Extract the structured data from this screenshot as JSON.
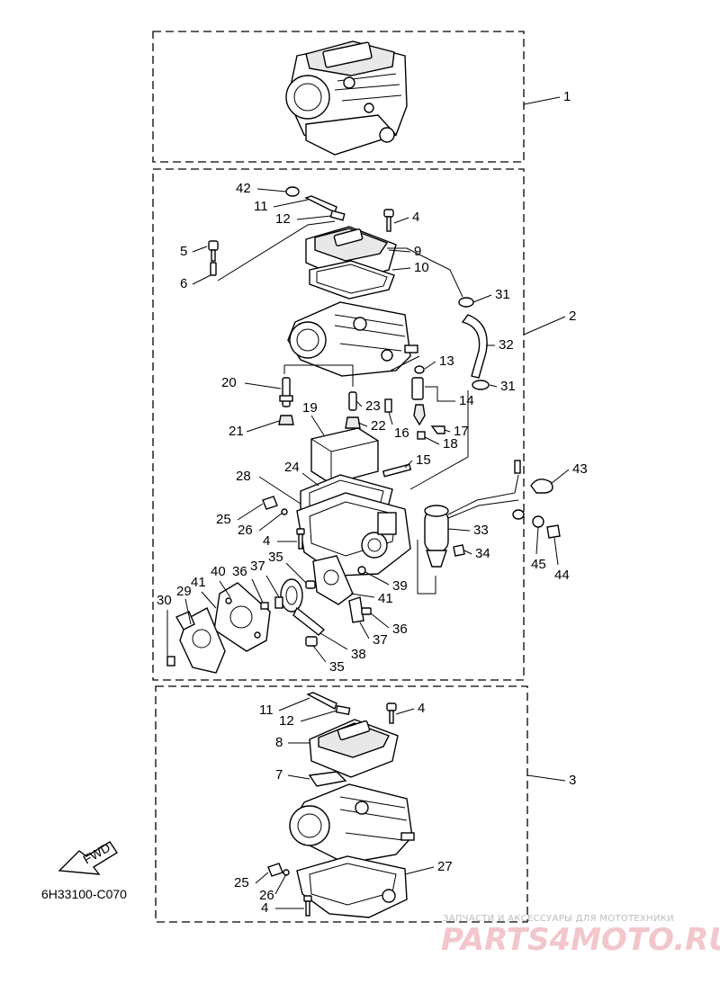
{
  "diagram": {
    "part_code": "6H33100-C070",
    "fwd_label": "FWD",
    "watermark": {
      "tagline": "ЗАПЧАСТИ И АКСЕССУАРЫ ДЛЯ МОТОТЕХНИКИ",
      "logo": "PARTS4MOTO.RU"
    },
    "callouts": [
      {
        "id": "c1",
        "text": "1"
      },
      {
        "id": "c2",
        "text": "2"
      },
      {
        "id": "c3",
        "text": "3"
      },
      {
        "id": "c4a",
        "text": "4"
      },
      {
        "id": "c4b",
        "text": "4"
      },
      {
        "id": "c4c",
        "text": "4"
      },
      {
        "id": "c4d",
        "text": "4"
      },
      {
        "id": "c5",
        "text": "5"
      },
      {
        "id": "c6",
        "text": "6"
      },
      {
        "id": "c7",
        "text": "7"
      },
      {
        "id": "c8",
        "text": "8"
      },
      {
        "id": "c9",
        "text": "9"
      },
      {
        "id": "c10",
        "text": "10"
      },
      {
        "id": "c11a",
        "text": "11"
      },
      {
        "id": "c11b",
        "text": "11"
      },
      {
        "id": "c12a",
        "text": "12"
      },
      {
        "id": "c12b",
        "text": "12"
      },
      {
        "id": "c13",
        "text": "13"
      },
      {
        "id": "c14",
        "text": "14"
      },
      {
        "id": "c15",
        "text": "15"
      },
      {
        "id": "c16",
        "text": "16"
      },
      {
        "id": "c17",
        "text": "17"
      },
      {
        "id": "c18",
        "text": "18"
      },
      {
        "id": "c19",
        "text": "19"
      },
      {
        "id": "c20",
        "text": "20"
      },
      {
        "id": "c21",
        "text": "21"
      },
      {
        "id": "c22",
        "text": "22"
      },
      {
        "id": "c23",
        "text": "23"
      },
      {
        "id": "c24",
        "text": "24"
      },
      {
        "id": "c25a",
        "text": "25"
      },
      {
        "id": "c25b",
        "text": "25"
      },
      {
        "id": "c26a",
        "text": "26"
      },
      {
        "id": "c26b",
        "text": "26"
      },
      {
        "id": "c27",
        "text": "27"
      },
      {
        "id": "c28",
        "text": "28"
      },
      {
        "id": "c29",
        "text": "29"
      },
      {
        "id": "c30",
        "text": "30"
      },
      {
        "id": "c31a",
        "text": "31"
      },
      {
        "id": "c31b",
        "text": "31"
      },
      {
        "id": "c32",
        "text": "32"
      },
      {
        "id": "c33",
        "text": "33"
      },
      {
        "id": "c34",
        "text": "34"
      },
      {
        "id": "c35a",
        "text": "35"
      },
      {
        "id": "c35b",
        "text": "35"
      },
      {
        "id": "c36a",
        "text": "36"
      },
      {
        "id": "c36b",
        "text": "36"
      },
      {
        "id": "c37a",
        "text": "37"
      },
      {
        "id": "c37b",
        "text": "37"
      },
      {
        "id": "c38",
        "text": "38"
      },
      {
        "id": "c39",
        "text": "39"
      },
      {
        "id": "c40",
        "text": "40"
      },
      {
        "id": "c41a",
        "text": "41"
      },
      {
        "id": "c41b",
        "text": "41"
      },
      {
        "id": "c42",
        "text": "42"
      },
      {
        "id": "c43",
        "text": "43"
      },
      {
        "id": "c44",
        "text": "44"
      },
      {
        "id": "c45",
        "text": "45"
      }
    ]
  }
}
